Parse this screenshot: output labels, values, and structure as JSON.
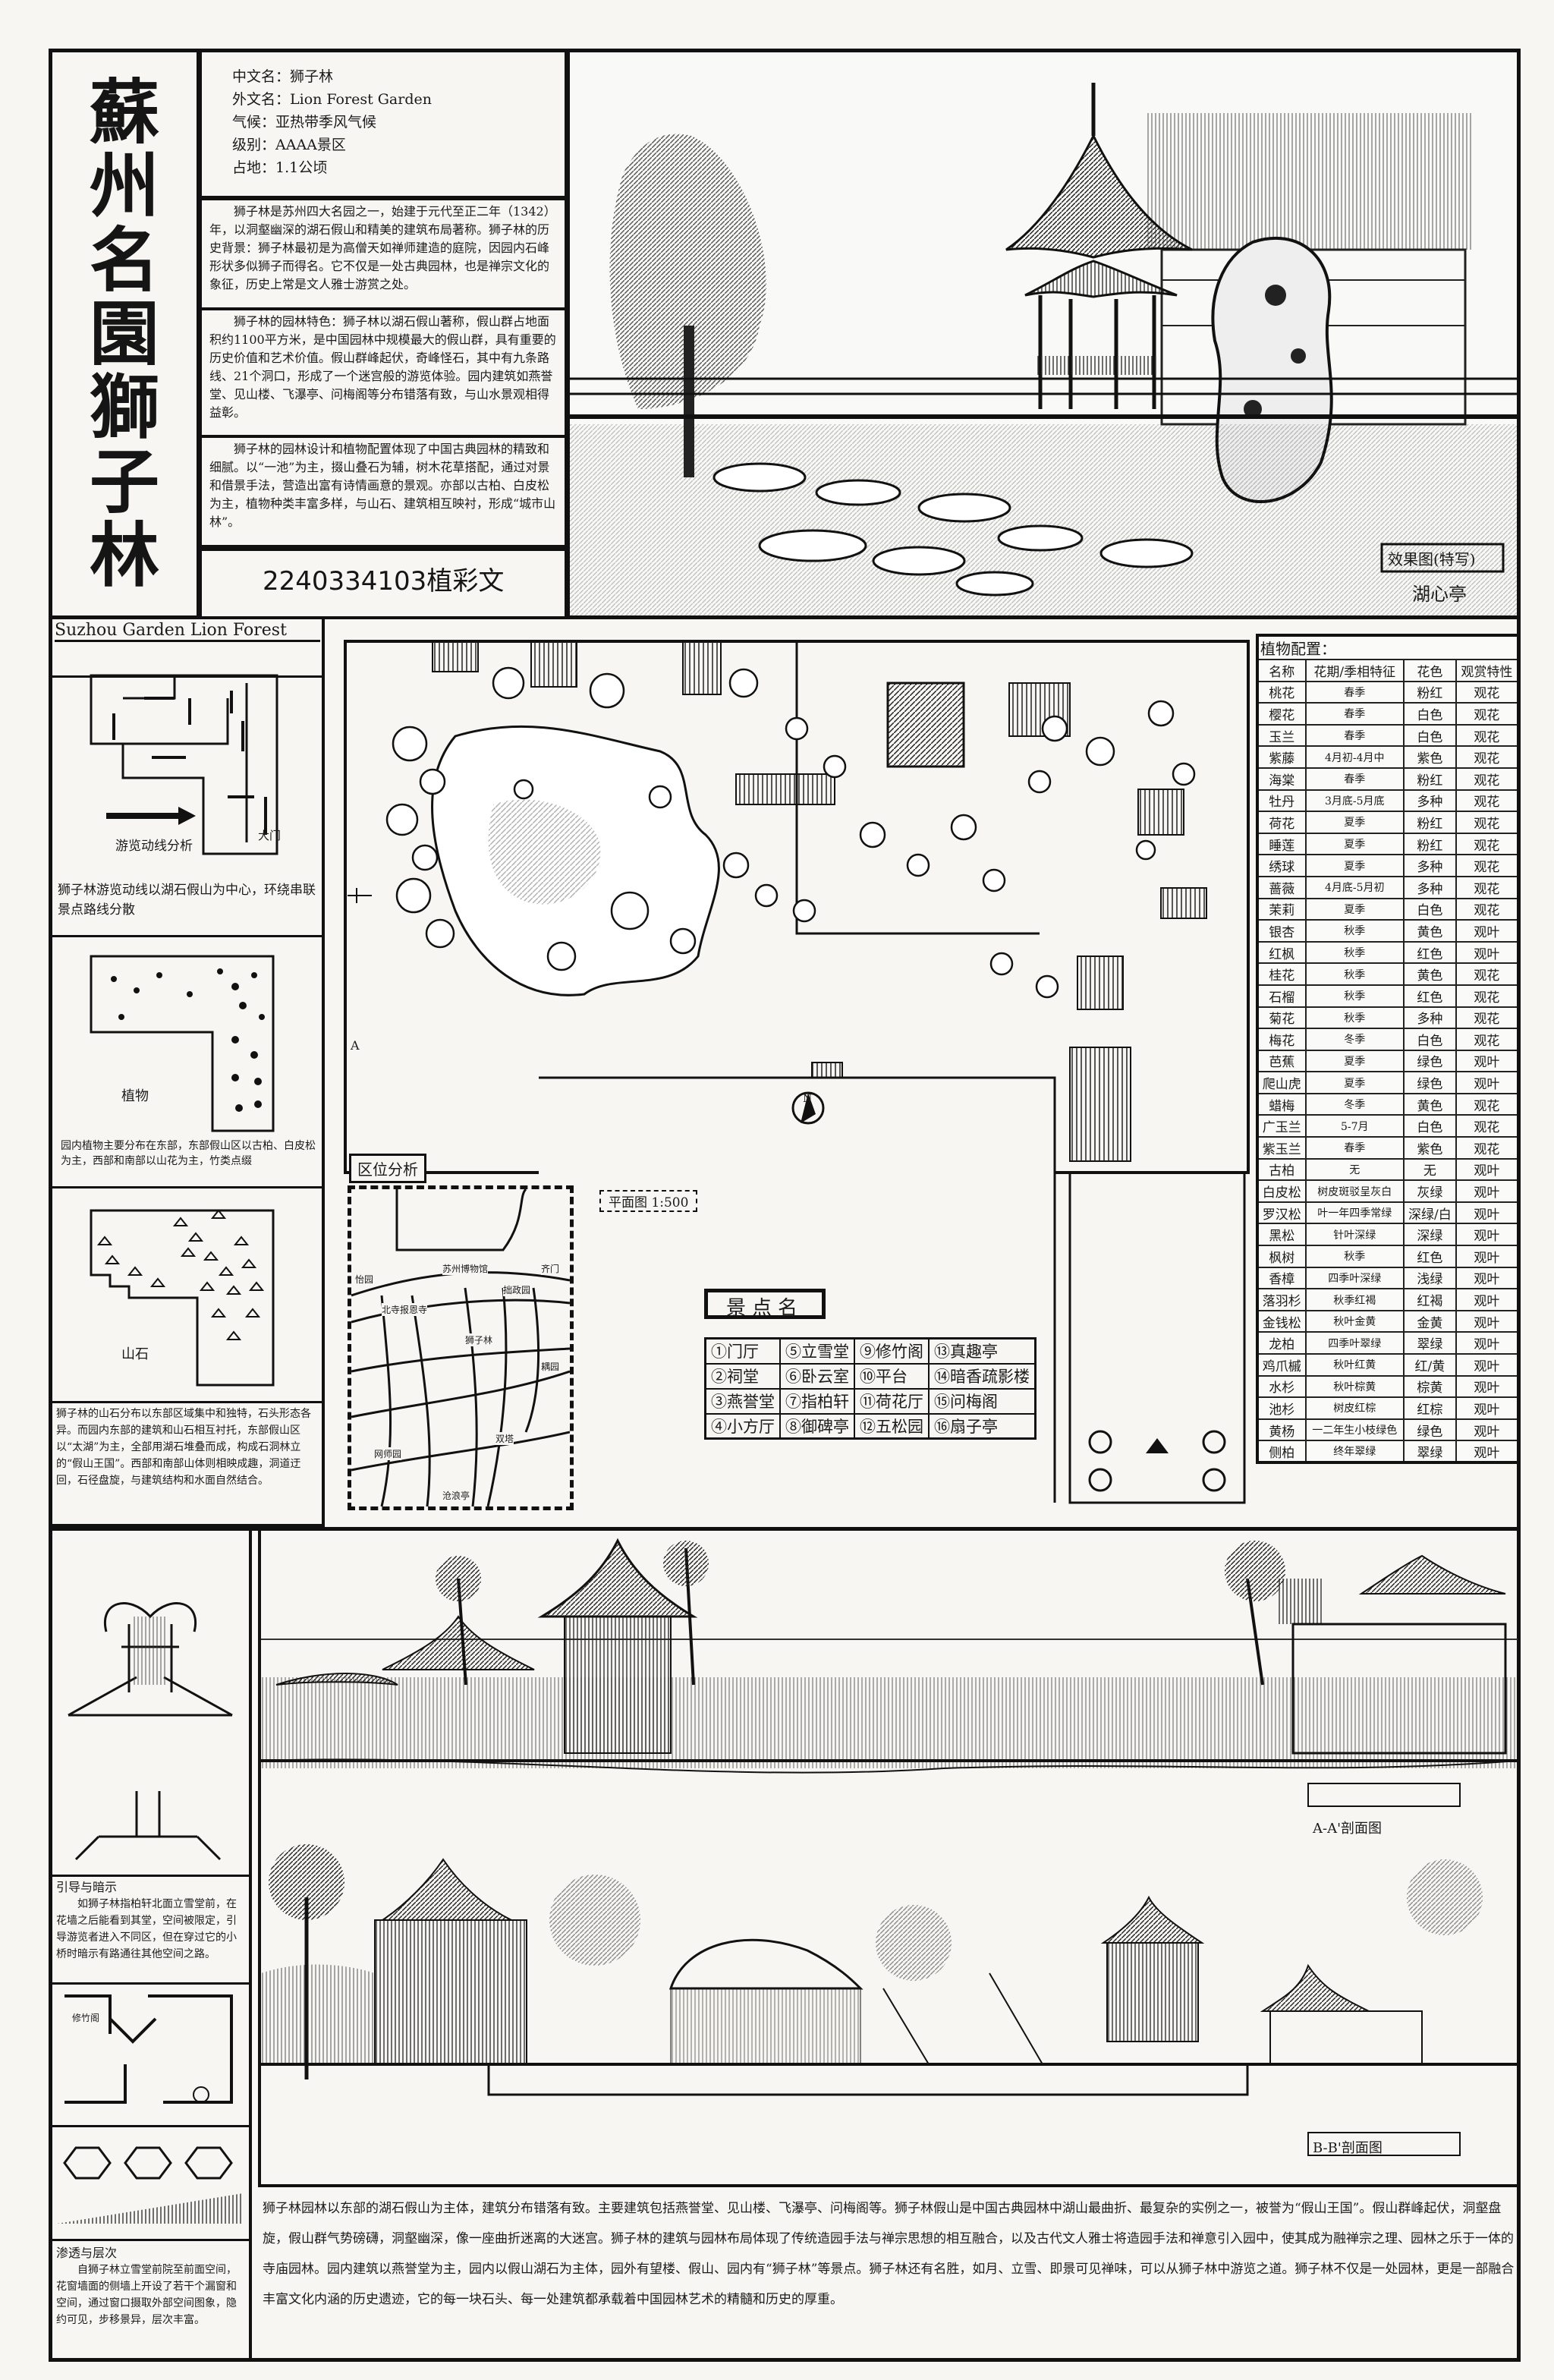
{
  "title_chars": [
    "蘇",
    "州",
    "名",
    "園",
    "獅",
    "子",
    "林"
  ],
  "info": {
    "lines": [
      "中文名：狮子林",
      "外文名：Lion Forest Garden",
      "气候：亚热带季风气候",
      "级别：AAAA景区",
      "占地：1.1公顷"
    ]
  },
  "paragraphs": [
    "狮子林是苏州四大名园之一，始建于元代至正二年（1342）年，以洞壑幽深的湖石假山和精美的建筑布局著称。狮子林的历史背景：狮子林最初是为高僧天如禅师建造的庭院，因园内石峰形状多似狮子而得名。它不仅是一处古典园林，也是禅宗文化的象征，历史上常是文人雅士游赏之处。",
    "狮子林的园林特色：狮子林以湖石假山著称，假山群占地面积约1100平方米，是中国园林中规模最大的假山群，具有重要的历史价值和艺术价值。假山群峰起伏，奇峰怪石，其中有九条路线、21个洞口，形成了一个迷宫般的游览体验。园内建筑如燕誉堂、见山楼、飞瀑亭、问梅阁等分布错落有致，与山水景观相得益彰。",
    "狮子林的园林设计和植物配置体现了中国古典园林的精致和细腻。以“一池”为主，掇山叠石为辅，树木花草搭配，通过对景和借景手法，营造出富有诗情画意的景观。亦部以古柏、白皮松为主，植物种类丰富多样，与山石、建筑相互映衬，形成“城市山林”。"
  ],
  "student_id": "2240334103植彩文",
  "sketch": {
    "caption": "效果图(特写)",
    "subject": "湖心亭"
  },
  "left_panels": {
    "header": "Suzhou Garden Lion Forest",
    "flow_label": "游览动线分析",
    "gate_label": "大门",
    "flow_note": "狮子林游览动线以湖石假山为中心，环绕串联景点路线分散",
    "plant_label": "植物",
    "plant_note": "园内植物主要分布在东部，东部假山区以古柏、白皮松为主，西部和南部以山花为主，竹类点缀",
    "rock_label": "山石",
    "rock_note": "狮子林的山石分布以东部区域集中和独特，石头形态各异。而园内东部的建筑和山石相互衬托，东部假山区以“太湖”为主，全部用湖石堆叠而成，构成石洞林立的“假山王国”。西部和南部山体则相映成趣，洞道迂回，石径盘旋，与建筑结构和水面自然结合。"
  },
  "plan": {
    "scale": "平面图 1:500",
    "section_a": "A",
    "compass": "N"
  },
  "location": {
    "title": "区位分析",
    "places": [
      "狮子林",
      "北寺报恩寺",
      "苏州博物馆",
      "拙政园",
      "齐门",
      "怡园",
      "网师园",
      "沧浪亭",
      "耦园",
      "双塔"
    ]
  },
  "spots": {
    "title": "景点名",
    "items": [
      "①门厅",
      "⑤立雪堂",
      "⑨修竹阁",
      "⑬真趣亭",
      "②祠堂",
      "⑥卧云室",
      "⑩平台",
      "⑭暗香疏影楼",
      "③燕誉堂",
      "⑦指柏轩",
      "⑪荷花厅",
      "⑮问梅阁",
      "④小方厅",
      "⑧御碑亭",
      "⑫五松园",
      "⑯扇子亭"
    ]
  },
  "plant_table": {
    "title": "植物配置：",
    "headers": [
      "名称",
      "花期/季相特征",
      "花色",
      "观赏特性"
    ],
    "rows": [
      [
        "桃花",
        "春季",
        "粉红",
        "观花"
      ],
      [
        "樱花",
        "春季",
        "白色",
        "观花"
      ],
      [
        "玉兰",
        "春季",
        "白色",
        "观花"
      ],
      [
        "紫藤",
        "4月初-4月中",
        "紫色",
        "观花"
      ],
      [
        "海棠",
        "春季",
        "粉红",
        "观花"
      ],
      [
        "牡丹",
        "3月底-5月底",
        "多种",
        "观花"
      ],
      [
        "荷花",
        "夏季",
        "粉红",
        "观花"
      ],
      [
        "睡莲",
        "夏季",
        "粉红",
        "观花"
      ],
      [
        "绣球",
        "夏季",
        "多种",
        "观花"
      ],
      [
        "蔷薇",
        "4月底-5月初",
        "多种",
        "观花"
      ],
      [
        "茉莉",
        "夏季",
        "白色",
        "观花"
      ],
      [
        "银杏",
        "秋季",
        "黄色",
        "观叶"
      ],
      [
        "红枫",
        "秋季",
        "红色",
        "观叶"
      ],
      [
        "桂花",
        "秋季",
        "黄色",
        "观花"
      ],
      [
        "石榴",
        "秋季",
        "红色",
        "观花"
      ],
      [
        "菊花",
        "秋季",
        "多种",
        "观花"
      ],
      [
        "梅花",
        "冬季",
        "白色",
        "观花"
      ],
      [
        "芭蕉",
        "夏季",
        "绿色",
        "观叶"
      ],
      [
        "爬山虎",
        "夏季",
        "绿色",
        "观叶"
      ],
      [
        "蜡梅",
        "冬季",
        "黄色",
        "观花"
      ],
      [
        "广玉兰",
        "5-7月",
        "白色",
        "观花"
      ],
      [
        "紫玉兰",
        "春季",
        "紫色",
        "观花"
      ],
      [
        "古柏",
        "无",
        "无",
        "观叶"
      ],
      [
        "白皮松",
        "树皮斑驳呈灰白",
        "灰绿",
        "观叶"
      ],
      [
        "罗汉松",
        "叶一年四季常绿",
        "深绿/白",
        "观叶"
      ],
      [
        "黑松",
        "针叶深绿",
        "深绿",
        "观叶"
      ],
      [
        "枫树",
        "秋季",
        "红色",
        "观叶"
      ],
      [
        "香樟",
        "四季叶深绿",
        "浅绿",
        "观叶"
      ],
      [
        "落羽杉",
        "秋季红褐",
        "红褐",
        "观叶"
      ],
      [
        "金钱松",
        "秋叶金黄",
        "金黄",
        "观叶"
      ],
      [
        "龙柏",
        "四季叶翠绿",
        "翠绿",
        "观叶"
      ],
      [
        "鸡爪槭",
        "秋叶红黄",
        "红/黄",
        "观叶"
      ],
      [
        "水杉",
        "秋叶棕黄",
        "棕黄",
        "观叶"
      ],
      [
        "池杉",
        "树皮红棕",
        "红棕",
        "观叶"
      ],
      [
        "黄杨",
        "一二年生小枝绿色",
        "绿色",
        "观叶"
      ],
      [
        "侧柏",
        "终年翠绿",
        "翠绿",
        "观叶"
      ]
    ]
  },
  "bottom_left": {
    "note1_title": "引导与暗示",
    "note1": "如狮子林指柏轩北面立雪堂前，在花墙之后能看到其堂，空间被限定，引导游览者进入不同区，但在穿过它的小桥时暗示有路通往其他空间之路。",
    "room_label": "修竹阁",
    "note2_title": "渗透与层次",
    "note2": "自狮子林立雪堂前院至前面空间，花窗墙面的侧墙上开设了若干个漏窗和空间，通过窗口摄取外部空间图象，隐约可见，步移景异，层次丰富。"
  },
  "sections": {
    "a_label": "A-A'剖面图",
    "b_label": "B-B'剖面图"
  },
  "summary": "狮子林园林以东部的湖石假山为主体，建筑分布错落有致。主要建筑包括燕誉堂、见山楼、飞瀑亭、问梅阁等。狮子林假山是中国古典园林中湖山最曲折、最复杂的实例之一，被誉为“假山王国”。假山群峰起伏，洞壑盘旋，假山群气势磅礴，洞壑幽深，像一座曲折迷离的大迷宫。狮子林的建筑与园林布局体现了传统造园手法与禅宗思想的相互融合，以及古代文人雅士将造园手法和禅意引入园中，使其成为融禅宗之理、园林之乐于一体的寺庙园林。园内建筑以燕誉堂为主，园内以假山湖石为主体，园外有望楼、假山、园内有“狮子林”等景点。狮子林还有名胜，如月、立雪、即景可见禅味，可以从狮子林中游览之道。狮子林不仅是一处园林，更是一部融合丰富文化内涵的历史遗迹，它的每一块石头、每一处建筑都承载着中国园林艺术的精髓和历史的厚重。"
}
